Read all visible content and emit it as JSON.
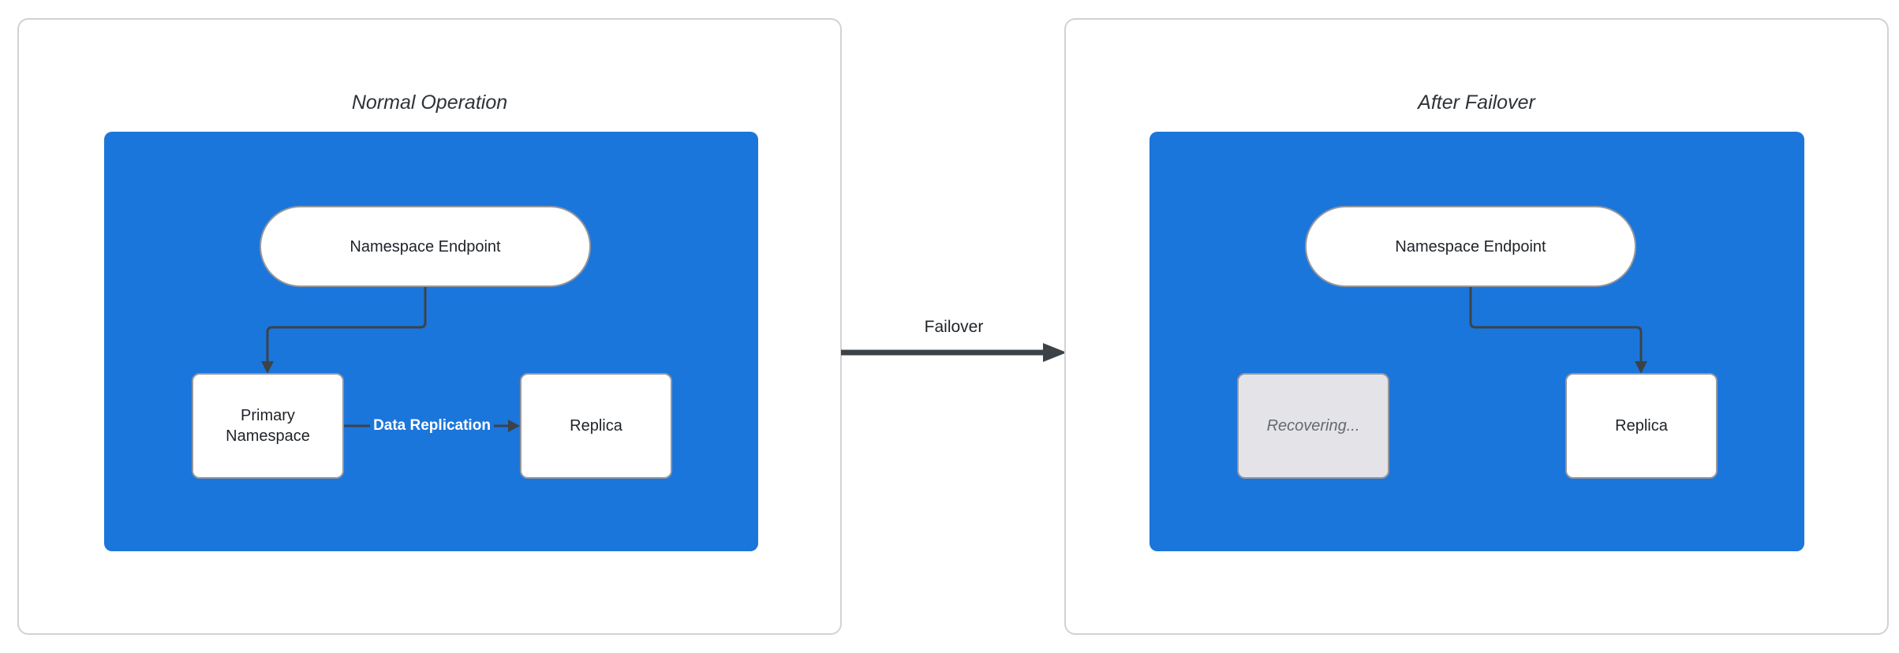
{
  "diagram": {
    "panels": [
      {
        "title": "Normal Operation",
        "nodes": {
          "endpoint": "Namespace Endpoint",
          "left_box": "Primary Namespace",
          "right_box": "Replica"
        },
        "edge_label": "Data Replication"
      },
      {
        "title": "After Failover",
        "nodes": {
          "endpoint": "Namespace Endpoint",
          "left_box": "Recovering...",
          "right_box": "Replica"
        }
      }
    ],
    "failover_label": "Failover",
    "colors": {
      "cluster_fill": "#1b76db",
      "node_fill": "#ffffff",
      "node_border": "#97979c",
      "recovering_fill": "#e4e4e8",
      "recovering_text": "#65696f",
      "arrow": "#3b4349",
      "edge_label_text": "#ffffff",
      "panel_border": "#d2d2d6"
    }
  }
}
